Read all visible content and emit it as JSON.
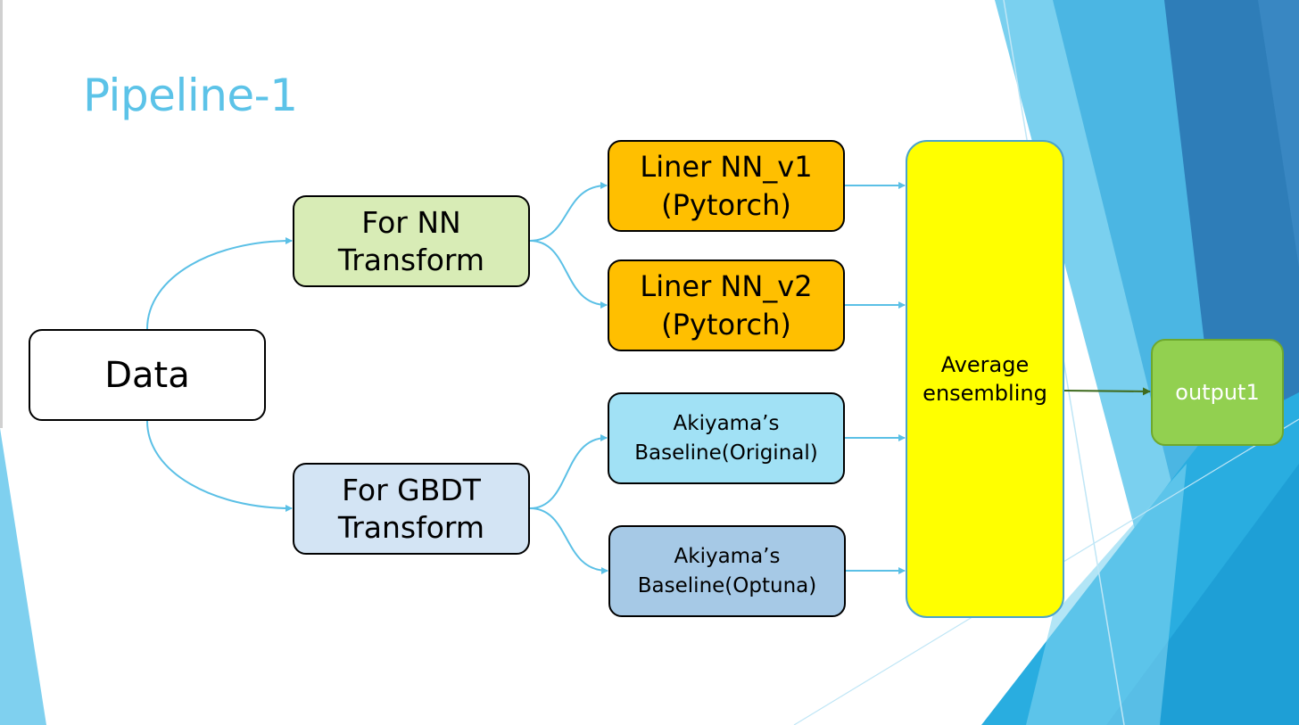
{
  "slide": {
    "title": "Pipeline-1"
  },
  "nodes": {
    "data": {
      "label": "Data"
    },
    "nn_transform": {
      "line1": "For NN",
      "line2": "Transform"
    },
    "gbdt_transform": {
      "line1": "For GBDT",
      "line2": "Transform"
    },
    "nn_v1": {
      "line1": "Liner NN_v1",
      "line2": "(Pytorch)"
    },
    "nn_v2": {
      "line1": "Liner NN_v2",
      "line2": "(Pytorch)"
    },
    "baseline_original": {
      "line1": "Akiyama’s",
      "line2": "Baseline(Original)"
    },
    "baseline_optuna": {
      "line1": "Akiyama’s",
      "line2": "Baseline(Optuna)"
    },
    "ensemble": {
      "line1": "Average",
      "line2": "ensembling"
    },
    "output": {
      "label": "output1"
    }
  },
  "colors": {
    "title": "#5cc3e8",
    "connector": "#5bc0e6",
    "output_arrow": "#3f6b1e",
    "nn_transform_fill": "#d8ecb6",
    "gbdt_transform_fill": "#d3e4f4",
    "nn_model_fill": "#ffbf00",
    "baseline_original_fill": "#a1e1f5",
    "baseline_optuna_fill": "#a6c9e6",
    "ensemble_fill": "#ffff00",
    "output_fill": "#92d050"
  }
}
